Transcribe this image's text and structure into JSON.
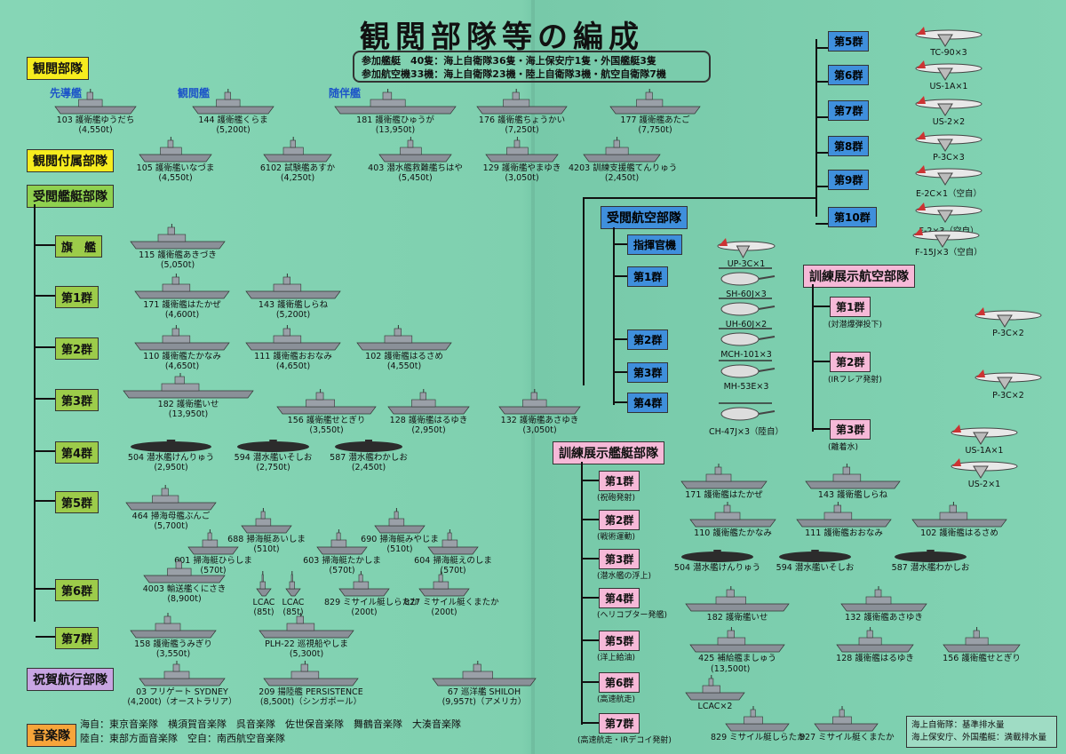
{
  "title": "観閲部隊等の編成",
  "info": {
    "line1_label": "参加艦艇",
    "line1_text": "40隻：海上自衛隊36隻・海上保安庁1隻・外国艦艇3隻",
    "line2_label": "参加航空機",
    "line2_text": "33機：海上自衛隊23機・陸上自衛隊3機・航空自衛隊7機"
  },
  "sections": {
    "kanetsu": "観閲部隊",
    "kanetsu_fuzoku": "観閲付属部隊",
    "jukan": "受閲艦艇部隊",
    "shukuga": "祝賀航行部隊",
    "music": "音楽隊",
    "jukan_air": "受閲航空部隊",
    "training_air": "訓練展示航空部隊",
    "training_ship": "訓練展示艦艇部隊"
  },
  "categories": {
    "lead": "先導艦",
    "review": "観閲艦",
    "escort": "随伴艦"
  },
  "kanetsu_ships": [
    {
      "name": "103 護衛艦ゆうだち",
      "ton": "(4,550t)"
    },
    {
      "name": "144 護衛艦くらま",
      "ton": "(5,200t)"
    },
    {
      "name": "181 護衛艦ひゅうが",
      "ton": "(13,950t)"
    },
    {
      "name": "176 護衛艦ちょうかい",
      "ton": "(7,250t)"
    },
    {
      "name": "177 護衛艦あたご",
      "ton": "(7,750t)"
    }
  ],
  "fuzoku_ships": [
    {
      "name": "105 護衛艦いなづま",
      "ton": "(4,550t)"
    },
    {
      "name": "6102 試験艦あすか",
      "ton": "(4,250t)"
    },
    {
      "name": "403 潜水艦救難艦ちはや",
      "ton": "(5,450t)"
    },
    {
      "name": "129 護衛艦やまゆき",
      "ton": "(3,050t)"
    },
    {
      "name": "4203 訓練支援艦てんりゅう",
      "ton": "(2,450t)"
    }
  ],
  "groups": [
    {
      "label": "旗　艦",
      "ships": [
        {
          "name": "115 護衛艦あきづき",
          "ton": "(5,050t)"
        }
      ]
    },
    {
      "label": "第1群",
      "ships": [
        {
          "name": "171 護衛艦はたかぜ",
          "ton": "(4,600t)"
        },
        {
          "name": "143 護衛艦しらね",
          "ton": "(5,200t)"
        }
      ]
    },
    {
      "label": "第2群",
      "ships": [
        {
          "name": "110 護衛艦たかなみ",
          "ton": "(4,650t)"
        },
        {
          "name": "111 護衛艦おおなみ",
          "ton": "(4,650t)"
        },
        {
          "name": "102 護衛艦はるさめ",
          "ton": "(4,550t)"
        }
      ]
    },
    {
      "label": "第3群",
      "ships": [
        {
          "name": "182 護衛艦いせ",
          "ton": "(13,950t)"
        },
        {
          "name": "156 護衛艦せとぎり",
          "ton": "(3,550t)"
        },
        {
          "name": "128 護衛艦はるゆき",
          "ton": "(2,950t)"
        },
        {
          "name": "132 護衛艦あさゆき",
          "ton": "(3,050t)"
        }
      ]
    },
    {
      "label": "第4群",
      "ships": [
        {
          "name": "504 潜水艦けんりゅう",
          "ton": "(2,950t)"
        },
        {
          "name": "594 潜水艦いそしお",
          "ton": "(2,750t)"
        },
        {
          "name": "587 潜水艦わかしお",
          "ton": "(2,450t)"
        }
      ]
    },
    {
      "label": "第5群",
      "ships": [
        {
          "name": "464 掃海母艦ぶんご",
          "ton": "(5,700t)"
        },
        {
          "name": "688 掃海艇あいしま",
          "ton": "(510t)"
        },
        {
          "name": "690 掃海艇みやじま",
          "ton": "(510t)"
        },
        {
          "name": "601 掃海艇ひらしま",
          "ton": "(570t)"
        },
        {
          "name": "603 掃海艇たかしま",
          "ton": "(570t)"
        },
        {
          "name": "604 掃海艇えのしま",
          "ton": "(570t)"
        }
      ]
    },
    {
      "label": "第6群",
      "ships": [
        {
          "name": "4003 輸送艦くにさき",
          "ton": "(8,900t)"
        },
        {
          "name": "LCAC",
          "ton": "(85t)"
        },
        {
          "name": "LCAC",
          "ton": "(85t)"
        },
        {
          "name": "829 ミサイル艇しらたか",
          "ton": "(200t)"
        },
        {
          "name": "827 ミサイル艇くまたか",
          "ton": "(200t)"
        }
      ]
    },
    {
      "label": "第7群",
      "ships": [
        {
          "name": "158 護衛艦うみぎり",
          "ton": "(3,550t)"
        },
        {
          "name": "PLH-22 巡視船やしま",
          "ton": "(5,300t)"
        }
      ]
    }
  ],
  "shukuga_ships": [
    {
      "name": "03 フリゲート SYDNEY",
      "ton": "(4,200t)（オーストラリア）"
    },
    {
      "name": "209 揚陸艦 PERSISTENCE",
      "ton": "(8,500t)（シンガポール）"
    },
    {
      "name": "67 巡洋艦 SHILOH",
      "ton": "(9,957t)（アメリカ）"
    }
  ],
  "music_lines": [
    "海自：東京音楽隊　横須賀音楽隊　呉音楽隊　佐世保音楽隊　舞鶴音楽隊　大湊音楽隊",
    "陸自：東部方面音楽隊　空自：南西航空音楽隊"
  ],
  "air_groups": [
    {
      "label": "第5群",
      "aircraft": "TC-90×3"
    },
    {
      "label": "第6群",
      "aircraft": "US-1A×1"
    },
    {
      "label": "第7群",
      "aircraft": "US-2×2"
    },
    {
      "label": "第8群",
      "aircraft": "P-3C×3"
    },
    {
      "label": "第9群",
      "aircraft": "E-2C×1（空自）"
    },
    {
      "label": "第10群",
      "aircraft": "F-2×3（空自）"
    }
  ],
  "f15": "F-15J×3（空自）",
  "jukan_air_groups": [
    {
      "label": "指揮官機",
      "aircraft": "UP-3C×1"
    },
    {
      "label": "第1群",
      "aircraft": "SH-60J×3"
    },
    {
      "label": "第1群b",
      "aircraft": "UH-60J×2"
    },
    {
      "label": "第2群",
      "aircraft": "MCH-101×3"
    },
    {
      "label": "第3群",
      "aircraft": "MH-53E×3"
    },
    {
      "label": "第4群",
      "aircraft": "CH-47J×3（陸自）"
    }
  ],
  "training_air_groups": [
    {
      "label": "第1群",
      "sub": "(対潜爆弾投下)",
      "aircraft": "P-3C×2"
    },
    {
      "label": "第2群",
      "sub": "(IRフレア発射)",
      "aircraft": "P-3C×2"
    },
    {
      "label": "第3群",
      "sub": "(離着水)",
      "aircraft1": "US-1A×1",
      "aircraft2": "US-2×1"
    }
  ],
  "training_ship_groups": [
    {
      "label": "第1群",
      "sub": "(祝砲発射)",
      "ships": [
        "171 護衛艦はたかぜ",
        "143 護衛艦しらね"
      ]
    },
    {
      "label": "第2群",
      "sub": "(戦術運動)",
      "ships": [
        "110 護衛艦たかなみ",
        "111 護衛艦おおなみ",
        "102 護衛艦はるさめ"
      ]
    },
    {
      "label": "第3群",
      "sub": "(潜水艦の浮上)",
      "ships": [
        "504 潜水艦けんりゅう",
        "594 潜水艦いそしお",
        "587 潜水艦わかしお"
      ]
    },
    {
      "label": "第4群",
      "sub": "(ヘリコプター発艦)",
      "ships": [
        "182 護衛艦いせ",
        "132 護衛艦あさゆき"
      ]
    },
    {
      "label": "第5群",
      "sub": "(洋上給油)",
      "ships": [
        "425 補給艦ましゅう",
        "(13,500t)",
        "128 護衛艦はるゆき",
        "156 護衛艦せとぎり"
      ]
    },
    {
      "label": "第6群",
      "sub": "(高速航走)",
      "ships": [
        "LCAC×2"
      ]
    },
    {
      "label": "第7群",
      "sub": "(高速航走・IRデコイ発射)",
      "ships": [
        "829 ミサイル艇しらたか",
        "827 ミサイル艇くまたか"
      ]
    }
  ],
  "legend": [
    "海上自衛隊：基準排水量",
    "海上保安庁、外国艦艇：満載排水量"
  ]
}
